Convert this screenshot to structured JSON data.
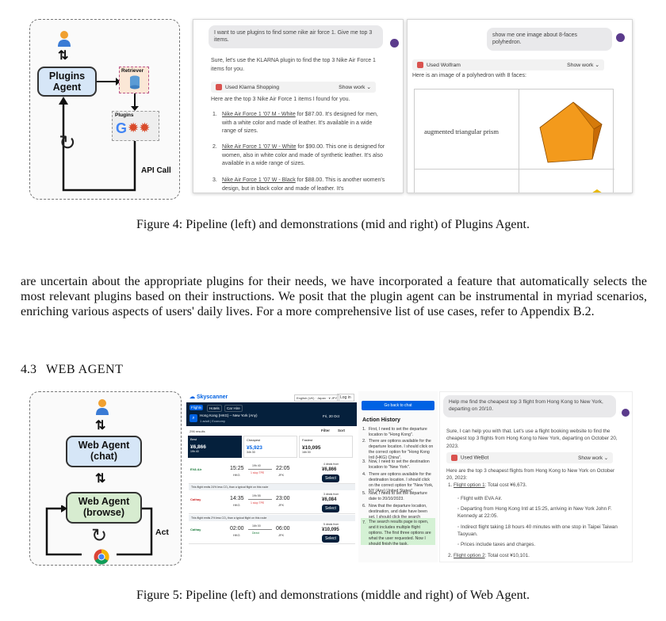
{
  "figure4": {
    "diagram": {
      "agent_label": "Plugins Agent",
      "retriever_label": "Retriever",
      "plugins_label": "Plugins",
      "api_call_label": "API Call"
    },
    "mid_panel": {
      "user_message": "I want to use plugins to find some nike air force 1. Give me top 3 items.",
      "intro": "Sure, let's use the KLARNA plugin to find the top 3 Nike Air Force 1 items for you.",
      "tool_used": "Used Klarna Shopping",
      "show_work": "Show work",
      "found_text": "Here are the top 3 Nike Air Force 1 items I found for you.",
      "items": [
        {
          "num": "1.",
          "link": "Nike Air Force 1 '07 M - White",
          "rest": " for $87.00. It's designed for men, with a white color and made of leather. It's available in a wide range of sizes."
        },
        {
          "num": "2.",
          "link": "Nike Air Force 1 '07 W - White",
          "rest": " for $90.00. This one is designed for women, also in white color and made of synthetic leather. It's also available in a wide range of sizes."
        },
        {
          "num": "3.",
          "link": "Nike Air Force 1 '07 W - Black",
          "rest": " for $88.00. This is another women's design, but in black color and made of leather. It's"
        }
      ]
    },
    "right_panel": {
      "user_message": "show me one image about 8-faces polyhedron.",
      "tool_used": "Used Wolfram",
      "show_work": "Show work",
      "intro": "Here is an image of a polyhedron with 8 faces:",
      "table_label": "augmented triangular prism"
    },
    "caption": "Figure 4: Pipeline (left) and demonstrations (mid and right) of Plugins Agent."
  },
  "body_paragraph": "are uncertain about the appropriate plugins for their needs, we have incorporated a feature that automatically selects the most relevant plugins based on their instructions. We posit that the plugin agent can be instrumental in myriad scenarios, enriching various aspects of users' daily lives. For a more comprehensive list of use cases, refer to Appendix B.2.",
  "section": {
    "number": "4.3",
    "title": "WEB AGENT"
  },
  "figure5": {
    "diagram": {
      "chat_label_1": "Web Agent",
      "chat_label_2": "(chat)",
      "browse_label_1": "Web Agent",
      "browse_label_2": "(browse)",
      "act_label": "Act"
    },
    "skyscanner": {
      "brand": "Skyscanner",
      "region": "English (UK) · Japan · ¥ JPY",
      "login": "Log in",
      "tabs": [
        "Flights",
        "Hotels",
        "Car Hire"
      ],
      "route": "Hong Kong (HKG) – New York (Any)",
      "route_sub": "1 adult | Economy",
      "date": "Fri, 20 Oct",
      "results_count": "296 results",
      "filter": "Filter",
      "sort": "Sort",
      "summary": [
        {
          "label": "Best",
          "price": "¥6,866",
          "sub": "19h 40"
        },
        {
          "label": "Cheapest",
          "price": "¥5,923",
          "sub": "34h 30"
        },
        {
          "label": "Fastest",
          "price": "¥10,095",
          "sub": "16h 00"
        }
      ],
      "flights": [
        {
          "airline": "EVA Air",
          "dep": "15:25",
          "from": "HKG",
          "dur": "19h 40",
          "stops": "1 stop TPE",
          "arr": "22:05",
          "to": "JFK",
          "deals": "4 deals from",
          "price": "¥6,866"
        },
        {
          "airline": "Cathay",
          "dep": "14:35",
          "from": "HKG",
          "dur": "19h 55",
          "stops": "1 stop TPE",
          "arr": "23:00",
          "to": "JFK",
          "deals": "3 deals from",
          "price": "¥6,084"
        },
        {
          "airline": "Cathay",
          "dep": "02:00",
          "from": "HKG",
          "dur": "16h 00",
          "stops": "Direct",
          "arr": "06:00",
          "to": "JFK",
          "deals": "5 deals from",
          "price": "¥10,095"
        }
      ],
      "select": "Select",
      "banner1": "This flight emits 2% less CO₂ than a typical flight on this route",
      "banner2": "This flight emits 24% less CO₂ than a typical flight on this route"
    },
    "action_history": {
      "back_button": "Go back to chat",
      "title": "Action History",
      "items": [
        {
          "num": "1.",
          "text": "First, I need to set the departure location to \"Hong Kong\"."
        },
        {
          "num": "2.",
          "text": "There are options available for the departure location. I should click on the correct option for \"Hong Kong Intl (HKG) China\"."
        },
        {
          "num": "3.",
          "text": "Now, I need to set the destination location to \"New York\"."
        },
        {
          "num": "4.",
          "text": "There are options available for the destination location. I should click on the correct option for \"New York, NY (Any) United States\"."
        },
        {
          "num": "5.",
          "text": "Now, I need to set the departure date to 20/10/2023."
        },
        {
          "num": "6.",
          "text": "Now that the departure location, destination, and date have been set, I should click the search button."
        },
        {
          "num": "7.",
          "text": "The search results page is open, and it includes multiple flight options. The first three options are what the user requested. Now I should finish the task."
        }
      ]
    },
    "chat_panel": {
      "user_message": "Help me find the cheapest top 3 flight from Hong Kong to New York, departing on 20/10.",
      "intro": "Sure, I can help you with that. Let's use a flight booking website to find the cheapest top 3 flights from Hong Kong to New York, departing on October 20, 2023.",
      "tool_used": "Used WeBot",
      "show_work": "Show work",
      "found_text": "Here are the top 3 cheapest flights from Hong Kong to New York on October 20, 2023:",
      "option1_link": "Flight option 1",
      "option1_cost": ": Total cost ¥6,673.",
      "option1_bullets": [
        "Flight with EVA Air.",
        "Departing from Hong Kong Intl at 15:25, arriving in New York John F. Kennedy at 22:05.",
        "Indirect flight taking 18 hours 40 minutes with one stop in Taipei Taiwan Taoyuan.",
        "Prices include taxes and charges."
      ],
      "option2_link": "Flight option 2",
      "option2_cost": ": Total cost ¥10,101."
    },
    "caption": "Figure 5: Pipeline (left) and demonstrations (middle and right) of Web Agent."
  },
  "colors": {
    "agent_fill": "#d6e6f7",
    "browse_fill": "#d7ecd0",
    "skyscanner_navy": "#05203c",
    "skyscanner_blue": "#0062e3",
    "green_highlight": "#d4f1d4",
    "polyhedron": "#f39a1c"
  }
}
